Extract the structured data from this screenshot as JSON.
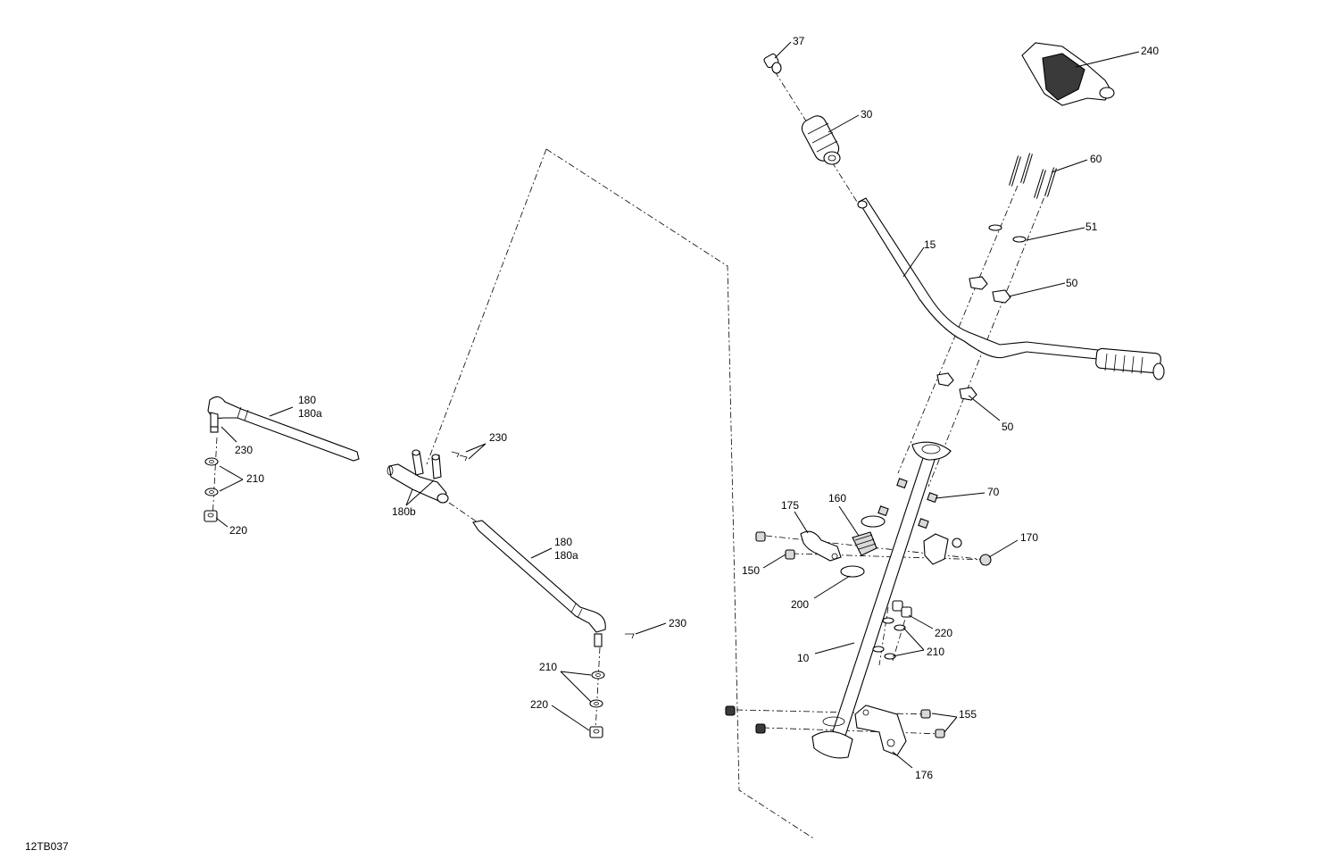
{
  "diagram_id": "12TB037",
  "callouts": {
    "c37": "37",
    "c30": "30",
    "c240": "240",
    "c60": "60",
    "c51": "51",
    "c15": "15",
    "c50a": "50",
    "c50b": "50",
    "c70": "70",
    "c170": "170",
    "c160": "160",
    "c175": "175",
    "c150": "150",
    "c200": "200",
    "c220r": "220",
    "c210r": "210",
    "c10": "10",
    "c155": "155",
    "c176": "176",
    "c180a": "180",
    "c180a_sub": "180a",
    "c230a": "230",
    "c210a": "210",
    "c220a": "220",
    "c230b": "230",
    "c180b": "180b",
    "c180c": "180",
    "c180c_sub": "180a",
    "c230c": "230",
    "c210c": "210",
    "c220c": "220"
  }
}
